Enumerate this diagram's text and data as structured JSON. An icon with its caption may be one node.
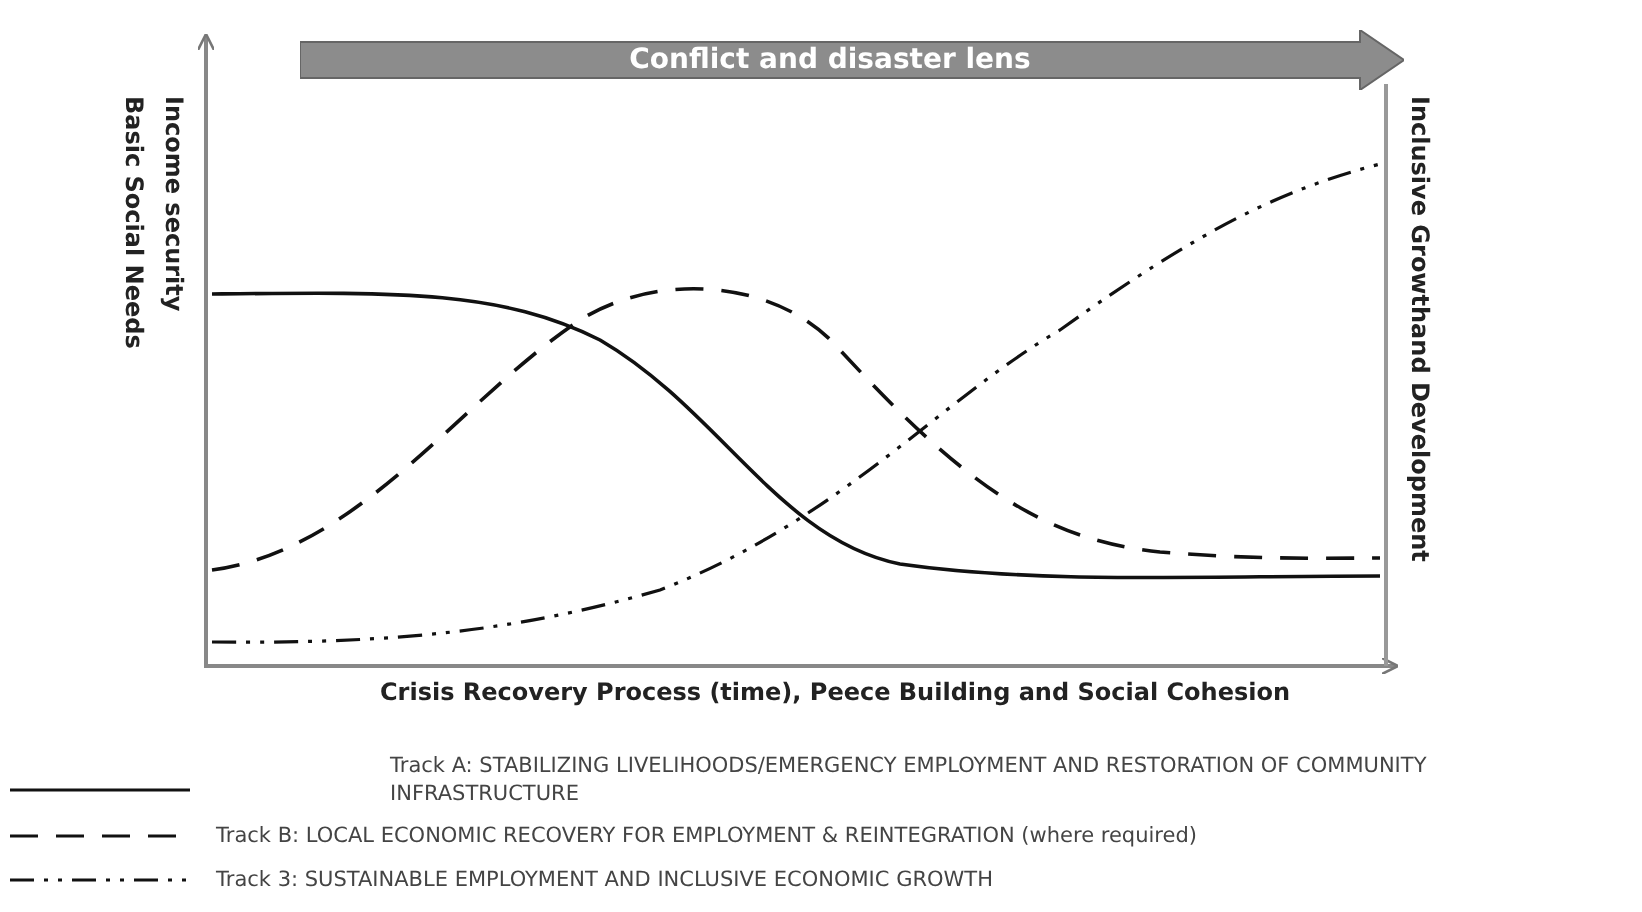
{
  "diagram": {
    "nodes": [
      {
        "text": [
          "Conflict and disaster lens"
        ]
      }
    ],
    "edges": [],
    "labels": [
      "Income security",
      "Basic Social Needs",
      "Inclusive Growthand Development",
      "Crisis Recovery Process (time),  Peece Building and Social Cohesion"
    ],
    "legend": [
      {
        "text": "Track A: STABILIZING LIVELIHOODS/EMERGENCY EMPLOYMENT AND RESTORATION OF COMMUNITY INFRASTRUCTURE"
      },
      {
        "text": "Track B: LOCAL ECONOMIC RECOVERY FOR EMPLOYMENT & REINTEGRATION (where required)"
      },
      {
        "text": "Track 3: SUSTAINABLE EMPLOYMENT AND INCLUSIVE ECONOMIC GROWTH"
      }
    ]
  }
}
